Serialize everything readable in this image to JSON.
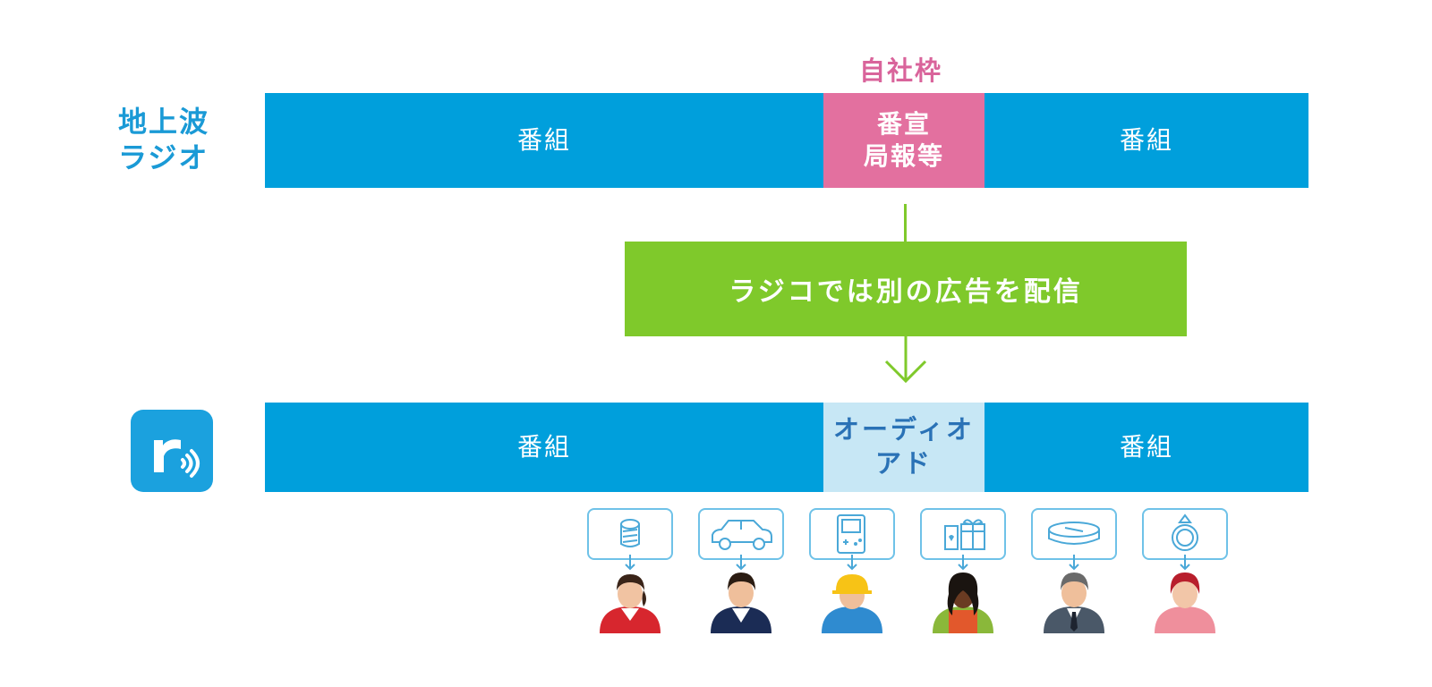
{
  "terrestrial": {
    "label": "地上波\nラジオ",
    "in_house_label": "自社枠",
    "left_program": "番組",
    "middle": "番宣\n局報等",
    "right_program": "番組"
  },
  "flow": {
    "message": "ラジコでは別の広告を配信"
  },
  "radiko": {
    "app_icon": "radiko-app-icon",
    "left_program": "番組",
    "middle": "オーディオ\nアド",
    "right_program": "番組"
  },
  "targets": [
    {
      "icon": "cosmetics-icon",
      "person": "woman-red-shirt"
    },
    {
      "icon": "car-icon",
      "person": "man-navy-suit"
    },
    {
      "icon": "game-console-icon",
      "person": "worker-hardhat"
    },
    {
      "icon": "gift-icon",
      "person": "woman-green-dress"
    },
    {
      "icon": "robot-vacuum-icon",
      "person": "businessman-gray-suit"
    },
    {
      "icon": "ring-icon",
      "person": "woman-pink-dress"
    }
  ],
  "colors": {
    "program_blue": "#009fdc",
    "in_house_pink": "#e3709f",
    "flow_green": "#7fc92b",
    "audio_ad_light": "#c7e7f5",
    "label_blue": "#1a9ad6"
  }
}
